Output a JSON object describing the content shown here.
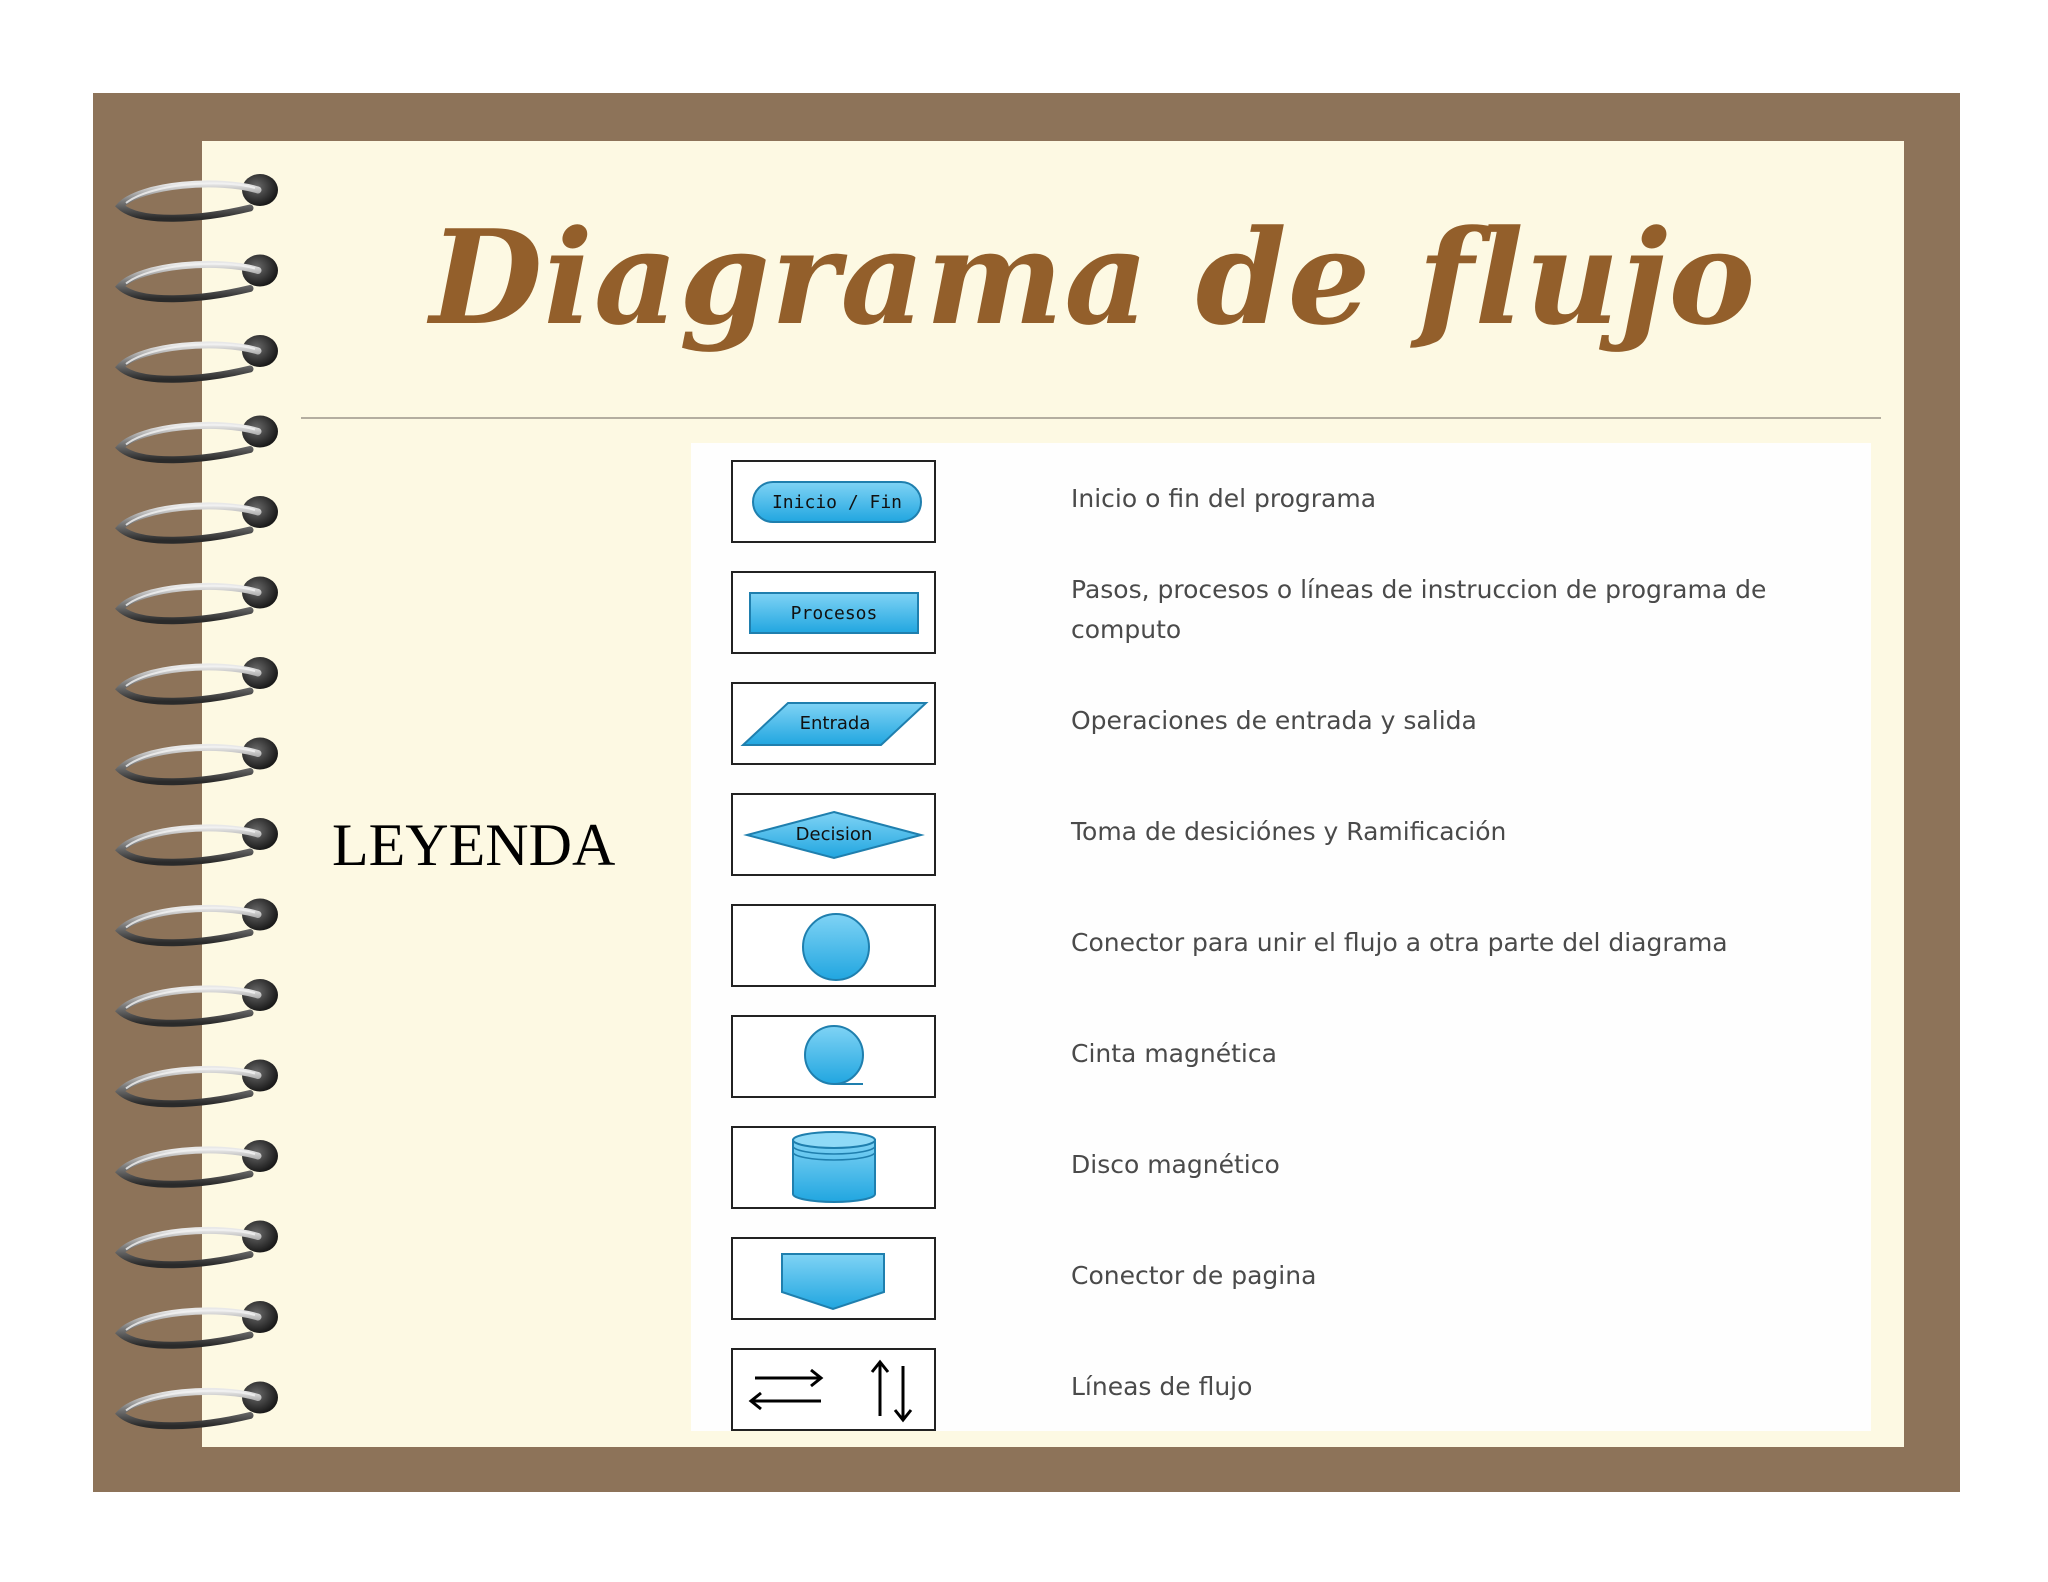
{
  "title": "Diagrama de flujo",
  "legend_label": "LEYENDA",
  "colors": {
    "frame": "#8d7359",
    "paper": "#fdf9e3",
    "title": "#935f2b",
    "shape_fill": "#36b2e6",
    "shape_stroke": "#1f7fae"
  },
  "legend": [
    {
      "symbol": "terminator",
      "label": "Inicio / Fin",
      "description": "Inicio o fin del programa"
    },
    {
      "symbol": "process",
      "label": "Procesos",
      "description": "Pasos, procesos o líneas de instruccion de programa de computo"
    },
    {
      "symbol": "input-output",
      "label": "Entrada",
      "description": "Operaciones de entrada y salida"
    },
    {
      "symbol": "decision",
      "label": "Decision",
      "description": "Toma de desiciónes y Ramificación"
    },
    {
      "symbol": "connector",
      "label": "",
      "description": "Conector para unir el flujo a otra parte del diagrama"
    },
    {
      "symbol": "magnetic-tape",
      "label": "",
      "description": "Cinta magnética"
    },
    {
      "symbol": "magnetic-disk",
      "label": "",
      "description": "Disco magnético"
    },
    {
      "symbol": "page-connector",
      "label": "",
      "description": "Conector de pagina"
    },
    {
      "symbol": "flow-lines",
      "label": "",
      "description": "Líneas de flujo"
    }
  ]
}
